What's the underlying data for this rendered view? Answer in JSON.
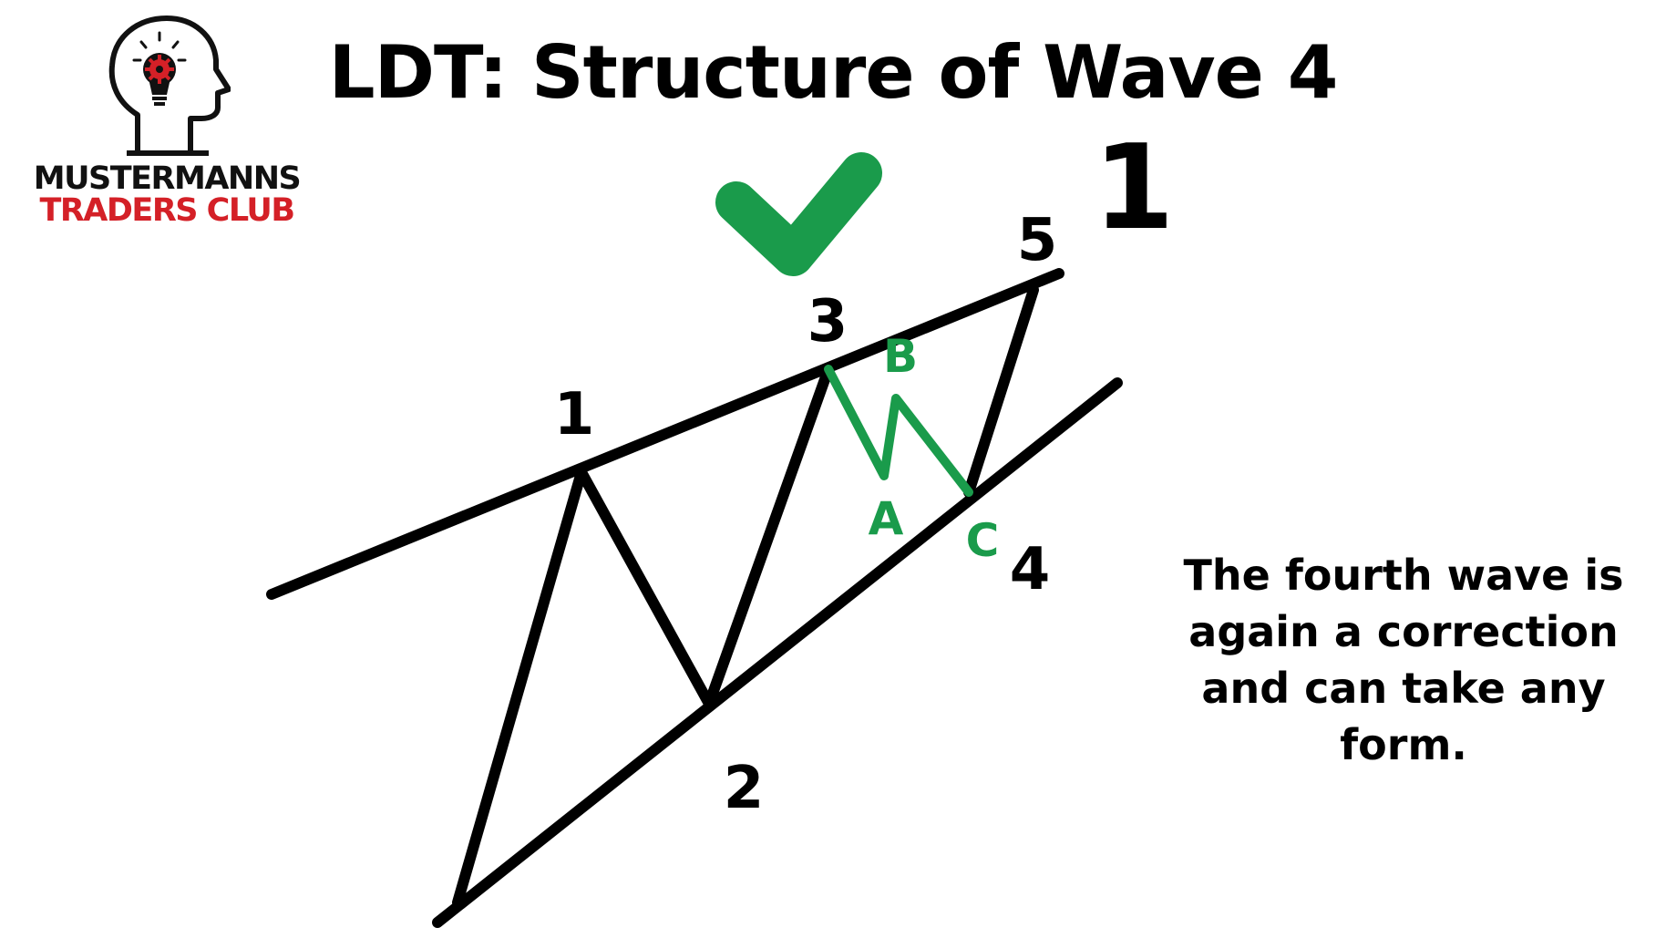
{
  "title": "LDT: Structure of Wave 4",
  "logo": {
    "line1": "MUSTERMANNS",
    "line2": "TRADERS CLUB",
    "icon": "head-lightbulb-gear-icon",
    "brand_red": "#d42027"
  },
  "check_icon": "checkmark-icon",
  "colors": {
    "line": "#000000",
    "correction": "#1a9b4b",
    "check": "#1a9b4b"
  },
  "degree_label": "1",
  "wave_labels": {
    "w1": "1",
    "w2": "2",
    "w3": "3",
    "w4": "4",
    "w5": "5"
  },
  "correction_labels": {
    "a": "A",
    "b": "B",
    "c": "C"
  },
  "caption": "The fourth wave is again a correction and can take any form."
}
